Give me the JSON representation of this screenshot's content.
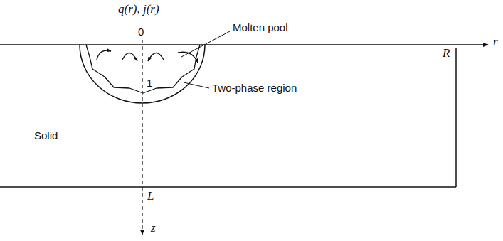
{
  "diagram": {
    "labels": [
      "q(r), j(r)",
      "0",
      "R",
      "r",
      "Molten pool",
      "Two-phase region",
      "Solid",
      "1",
      "L",
      "z"
    ]
  }
}
